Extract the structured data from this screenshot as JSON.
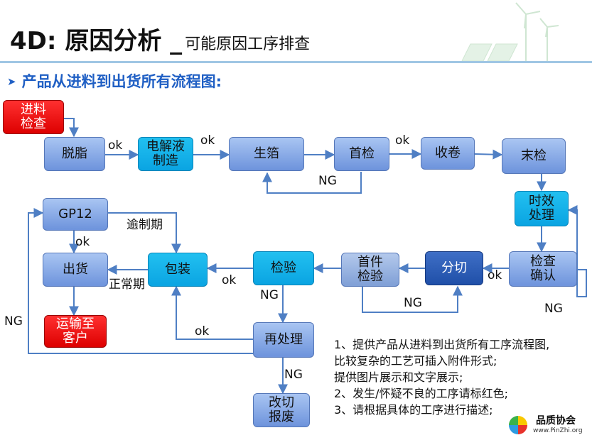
{
  "header": {
    "title": "4D: 原因分析 _",
    "subtitle": "可能原因工序排查"
  },
  "section_heading": "产品从进料到出货所有流程图:",
  "nodes": {
    "incoming_inspection": "进料\n检查",
    "degreasing": "脱脂",
    "electrolyte": "电解液\n制造",
    "foil": "生箔",
    "first_check": "首检",
    "winding": "收卷",
    "final_check": "末检",
    "aging": "时效\n处理",
    "inspect_confirm": "检查\n确认",
    "slitting": "分切",
    "first_piece": "首件\n检验",
    "inspection": "检验",
    "packing": "包装",
    "gp12": "GP12",
    "shipping": "出货",
    "transport": "运输至\n客户",
    "reprocess": "再处理",
    "scrap": "改切\n报废"
  },
  "edge_labels": {
    "ok1": "ok",
    "ok2": "ok",
    "ok3": "ok",
    "ng_first": "NG",
    "overdue": "逾制期",
    "ok_gp12": "ok",
    "normal": "正常期",
    "ok_inspect": "ok",
    "ok_confirm": "ok",
    "ng_inspect": "NG",
    "ng_first_piece": "NG",
    "ng_confirm": "NG",
    "ng_left": "NG",
    "ok_reprocess": "ok",
    "ng_reprocess": "NG"
  },
  "notes": [
    "1、提供产品从进料到出货所有工序流程图,",
    "比较复杂的工艺可插入附件形式;",
    "提供图片展示和文字展示;",
    "2、发生/怀疑不良的工序请标红色;",
    "3、请根据具体的工序进行描述;"
  ],
  "logo": {
    "name": "品质协会",
    "url": "www.PinZhi.org"
  },
  "colors": {
    "flow_blue": "#7da0e0",
    "alert_red": "#ee0000",
    "cyan": "#12b0ea",
    "navy": "#2a5bb5",
    "line": "#4f7fc4"
  }
}
